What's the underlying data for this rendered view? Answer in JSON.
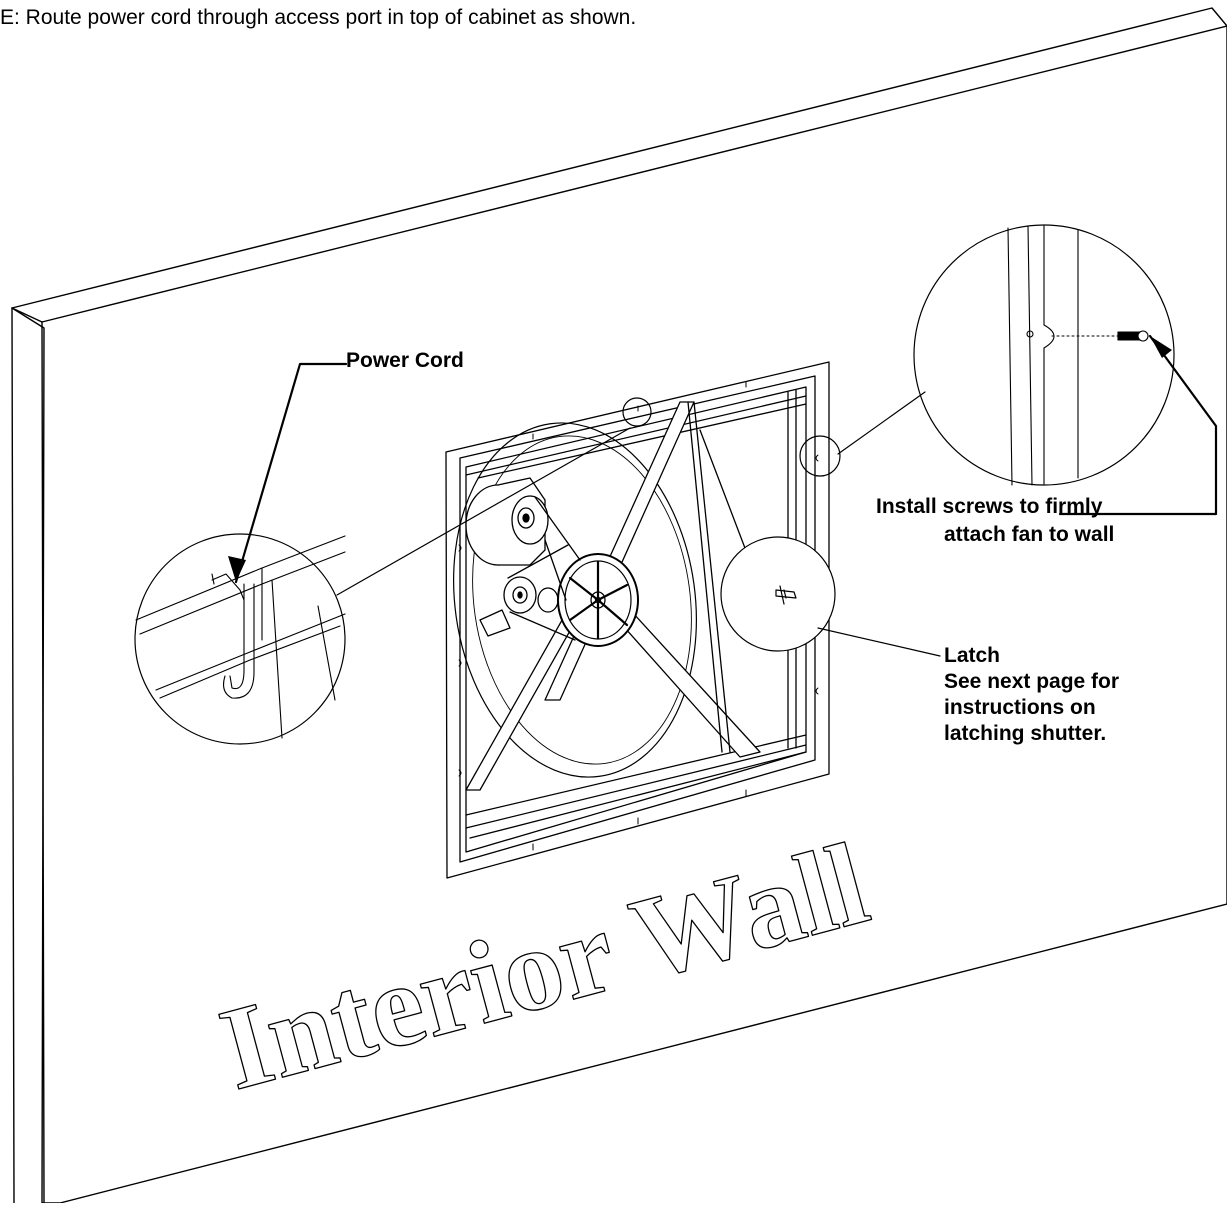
{
  "note": "E: Route power cord through access port in top of cabinet as shown.",
  "callouts": {
    "power_cord": "Power Cord",
    "screws_line1": "Install screws to firmly",
    "screws_line2": "attach fan to wall",
    "latch": "Latch",
    "latch_line2": "See next page for",
    "latch_line3": "instructions on",
    "latch_line4": "latching shutter."
  },
  "wall_text": "Interior Wall",
  "colors": {
    "line": "#000000",
    "background": "#ffffff"
  }
}
